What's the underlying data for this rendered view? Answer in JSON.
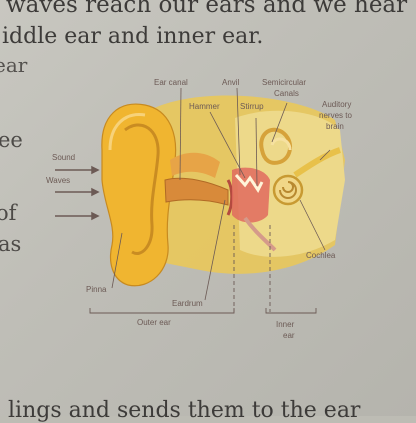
{
  "text": {
    "top_line1": "waves reach our ears and we hear",
    "top_line2": "iddle ear and inner ear.",
    "side_ear": "ear",
    "side_ee": "ee",
    "side_of": "of",
    "side_as": "as",
    "bottom_line": "lings and sends them to the ear"
  },
  "figure": {
    "labels": {
      "ear_canal": "Ear canal",
      "anvil": "Anvil",
      "semicircular_1": "Semicircular",
      "semicircular_2": "Canals",
      "hammer": "Hammer",
      "stirrup": "Stirrup",
      "auditory_1": "Auditory",
      "auditory_2": "nerves to",
      "auditory_3": "brain",
      "sound_1": "Sound",
      "sound_2": "Waves",
      "cochlea": "Cochlea",
      "pinna": "Pinna",
      "eardrum": "Eardrum",
      "outer_ear": "Outer ear",
      "inner_1": "Inner",
      "inner_2": "ear"
    }
  }
}
